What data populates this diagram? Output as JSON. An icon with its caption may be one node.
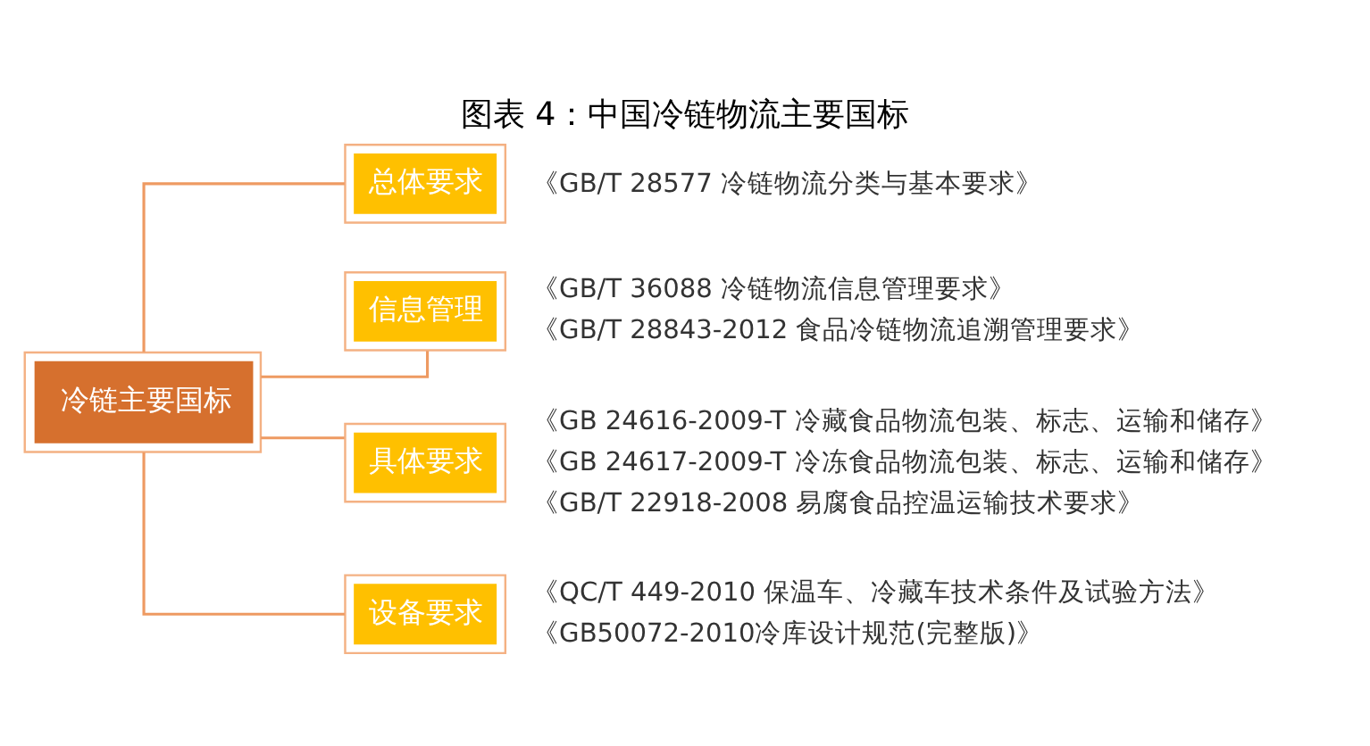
{
  "diagram": {
    "title": "图表 4：中国冷链物流主要国标",
    "nodes": [
      {
        "text": [
          "冷链主要国标"
        ]
      },
      {
        "text": [
          "总体要求"
        ],
        "beside": [
          "《GB/T 28577 冷链物流分类与基本要求》"
        ]
      },
      {
        "text": [
          "信息管理"
        ],
        "beside": [
          "《GB/T 36088 冷链物流信息管理要求》",
          "《GB/T 28843-2012 食品冷链物流追溯管理要求》"
        ]
      },
      {
        "text": [
          "具体要求"
        ],
        "beside": [
          "《GB 24616-2009-T 冷藏食品物流包装、标志、运输和储存》",
          "《GB 24617-2009-T 冷冻食品物流包装、标志、运输和储存》",
          "《GB/T 22918-2008 易腐食品控温运输技术要求》"
        ]
      },
      {
        "text": [
          "设备要求"
        ],
        "beside": [
          "《QC/T 449-2010 保温车、冷藏车技术条件及试验方法》",
          "《GB50072-2010冷库设计规范(完整版)》"
        ]
      }
    ],
    "edges": [
      {
        "from": 0,
        "to": 1,
        "arrow": "none"
      },
      {
        "from": 0,
        "to": 2,
        "arrow": "none"
      },
      {
        "from": 0,
        "to": 3,
        "arrow": "none"
      },
      {
        "from": 0,
        "to": 4,
        "arrow": "none"
      }
    ]
  }
}
